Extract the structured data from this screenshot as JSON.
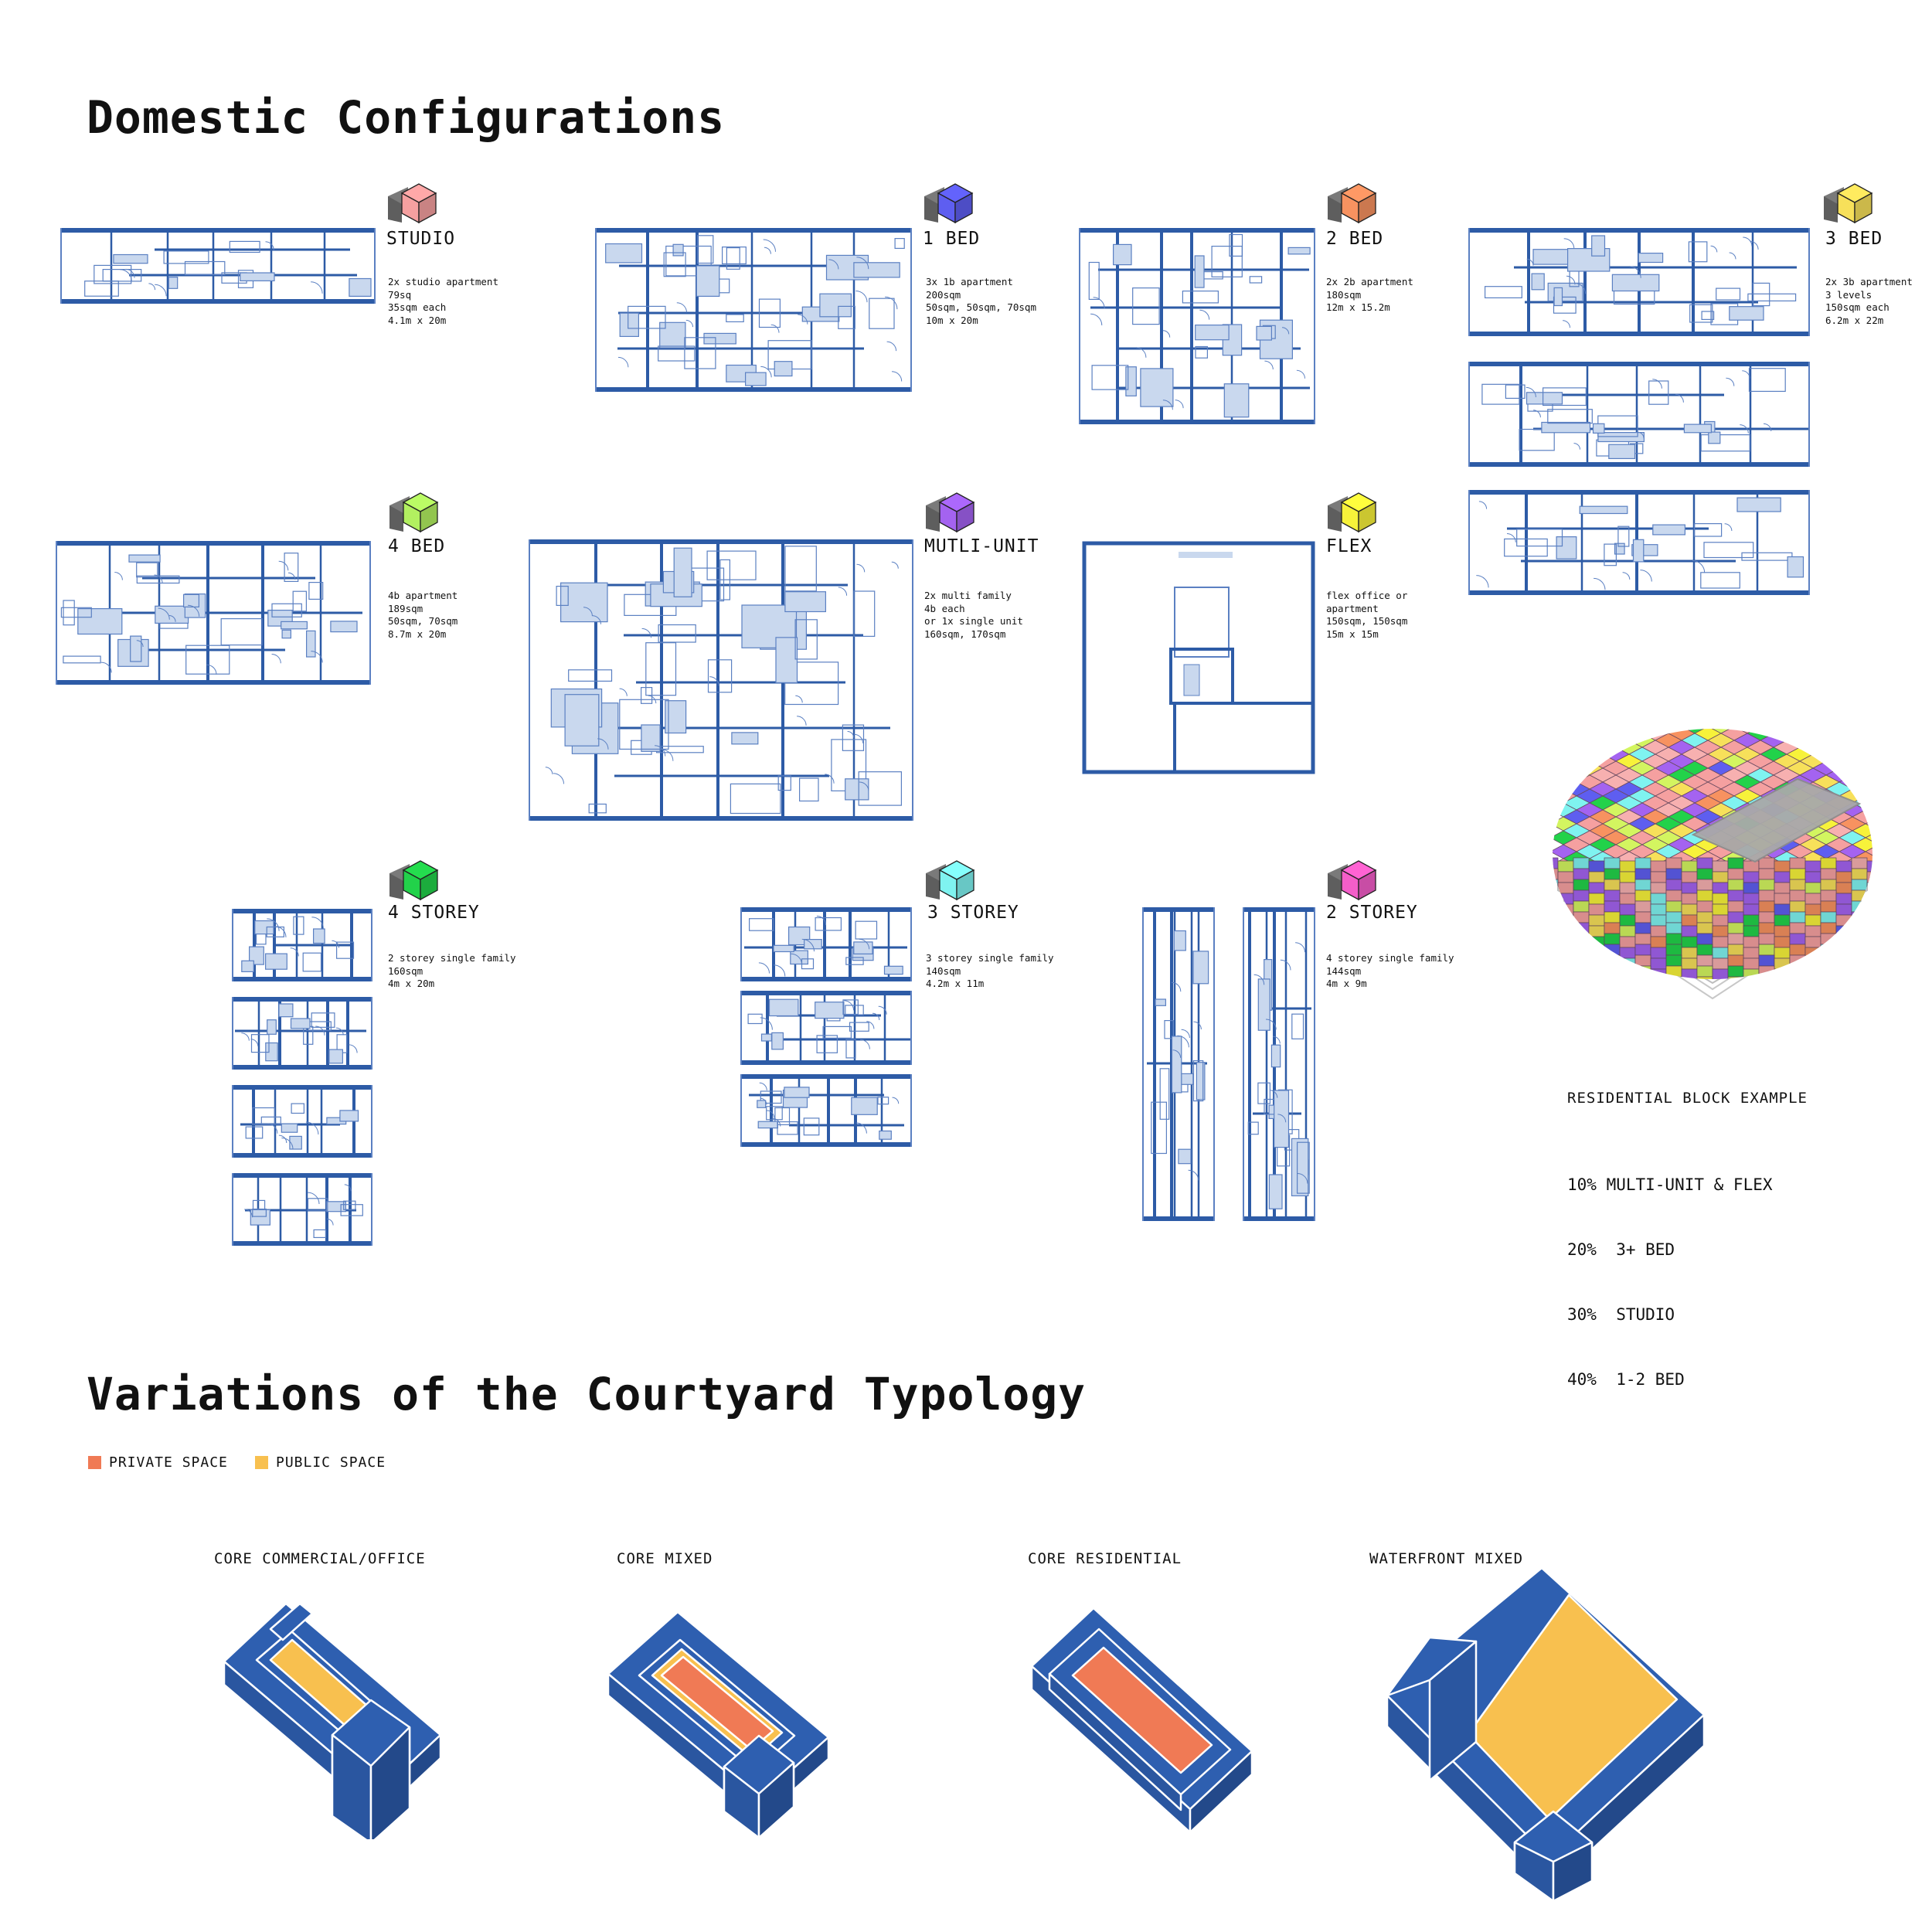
{
  "titles": {
    "domestic": "Domestic Configurations",
    "courtyard": "Variations of the Courtyard Typology"
  },
  "colors": {
    "wall": "#2d5ba6",
    "line": "#5b80c2",
    "fill": "#c9d8ee",
    "private": "#f07a55",
    "public": "#f8c04f",
    "block": "#2e5fb0"
  },
  "units": [
    {
      "id": "studio",
      "title": "STUDIO",
      "color": "#f5a0a0",
      "lines": [
        "2x studio apartment",
        "79sq",
        "35sqm each",
        "4.1m x 20m"
      ]
    },
    {
      "id": "1bed",
      "title": "1 BED",
      "color": "#5e5ef0",
      "lines": [
        "3x 1b apartment",
        "200sqm",
        "50sqm, 50sqm, 70sqm",
        "10m x 20m"
      ]
    },
    {
      "id": "2bed",
      "title": "2 BED",
      "color": "#f79260",
      "lines": [
        "2x 2b apartment",
        "180sqm",
        "12m x 15.2m"
      ]
    },
    {
      "id": "3bed",
      "title": "3 BED",
      "color": "#f7e05a",
      "lines": [
        "2x 3b apartment",
        "3 levels",
        "150sqm each",
        "6.2m x 22m"
      ]
    },
    {
      "id": "4bed",
      "title": "4 BED",
      "color": "#b2f060",
      "lines": [
        "4b apartment",
        "189sqm",
        "50sqm, 70sqm",
        "8.7m x 20m"
      ]
    },
    {
      "id": "multi",
      "title": "MUTLI-UNIT",
      "color": "#a463f0",
      "lines": [
        "2x multi family",
        "4b each",
        "or 1x single unit",
        "160sqm, 170sqm"
      ]
    },
    {
      "id": "flex",
      "title": "FLEX",
      "color": "#f7f23a",
      "lines": [
        "flex office or",
        "apartment",
        "150sqm, 150sqm",
        "15m x 15m"
      ]
    },
    {
      "id": "4storey",
      "title": "4 STOREY",
      "color": "#22d24a",
      "lines": [
        "2 storey single family",
        "160sqm",
        "4m x 20m"
      ]
    },
    {
      "id": "3storey",
      "title": "3 STOREY",
      "color": "#7ff3f0",
      "lines": [
        "3 storey single family",
        "140sqm",
        "4.2m x 11m"
      ]
    },
    {
      "id": "2storey",
      "title": "2 STOREY",
      "color": "#f45ec9",
      "lines": [
        "4 storey single family",
        "144sqm",
        "4m x 9m"
      ]
    }
  ],
  "block": {
    "title": "RESIDENTIAL BLOCK EXAMPLE",
    "stats": [
      "10% MULTI-UNIT & FLEX",
      "20%  3+ BED",
      "30%  STUDIO",
      "40%  1-2 BED"
    ]
  },
  "legend": [
    {
      "label": "PRIVATE SPACE",
      "color": "#f07a55"
    },
    {
      "label": "PUBLIC SPACE",
      "color": "#f8c04f"
    }
  ],
  "variations": [
    "CORE COMMERCIAL/OFFICE",
    "CORE MIXED",
    "CORE RESIDENTIAL",
    "WATERFRONT MIXED"
  ]
}
